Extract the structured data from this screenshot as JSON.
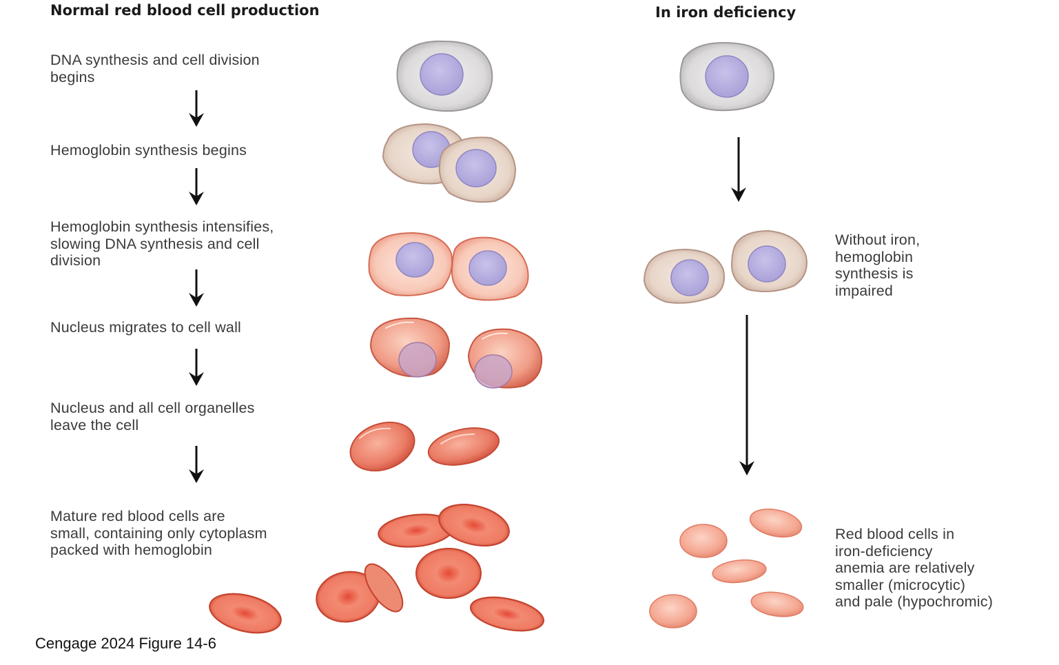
{
  "headings": {
    "normal": "Normal red blood cell production",
    "iron": "In iron deficiency"
  },
  "steps": [
    {
      "lines": [
        "DNA synthesis and cell division",
        "begins"
      ]
    },
    {
      "lines": [
        "Hemoglobin synthesis begins"
      ]
    },
    {
      "lines": [
        "Hemoglobin synthesis intensifies,",
        "slowing DNA synthesis and cell",
        "division"
      ]
    },
    {
      "lines": [
        "Nucleus migrates to cell wall"
      ]
    },
    {
      "lines": [
        "Nucleus and all cell organelles",
        "leave the cell"
      ]
    },
    {
      "lines": [
        "Mature red blood cells are",
        "small, containing only cytoplasm",
        "packed with hemoglobin"
      ]
    }
  ],
  "iron_notes": [
    {
      "lines": [
        "Without iron,",
        "hemoglobin",
        "synthesis is",
        "impaired"
      ]
    },
    {
      "lines": [
        "Red blood cells in",
        "iron-deficiency",
        "anemia are relatively",
        "smaller (microcytic)",
        "and pale (hypochromic)"
      ]
    }
  ],
  "credit": "Cengage 2024 Figure 14-6",
  "colors": {
    "nucleus": "#b7aee0",
    "nucleus_stroke": "#8f86c2",
    "stem_cell": "#d9d7d8",
    "early_cell": "#ead8cc",
    "pink_cell": "#f7c8b8",
    "red_cell": "#e8735e",
    "pale_cell": "#f3a48e",
    "arrow": "#111111"
  }
}
